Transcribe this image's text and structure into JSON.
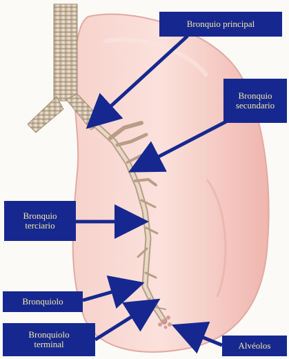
{
  "labels": {
    "bronquio_principal": "Bronquio principal",
    "bronquio_secundario": [
      "Bronquio",
      "secundario"
    ],
    "bronquio_terciario": [
      "Bronquio",
      "terciario"
    ],
    "bronquiolo": "Bronquiolo",
    "bronquiolo_terminal": [
      "Bronquiolo",
      "terminal"
    ],
    "alveolos": "Alvéolos"
  },
  "colors": {
    "label_background": "#16288f",
    "label_text": "#f3e7a6",
    "arrow": "#16288f",
    "lung": "#f4c6c0"
  }
}
